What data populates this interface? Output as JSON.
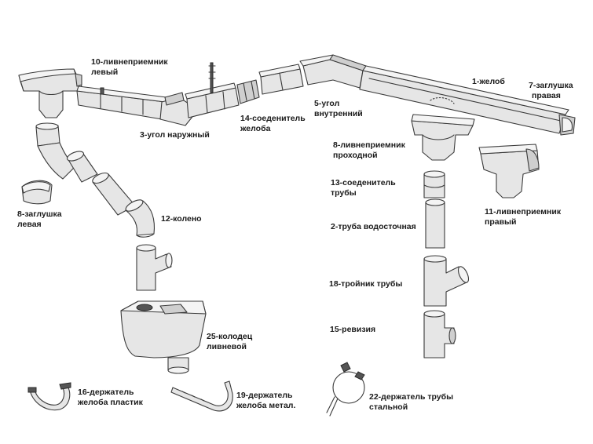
{
  "parts": [
    {
      "id": "gutter",
      "lines": [
        "1-желоб"
      ]
    },
    {
      "id": "end-cap-right",
      "lines": [
        "7-заглушка",
        "правая"
      ]
    },
    {
      "id": "outlet-left",
      "lines": [
        "10-ливнеприемник",
        "левый"
      ]
    },
    {
      "id": "outer-corner",
      "lines": [
        "3-угол наружный"
      ]
    },
    {
      "id": "gutter-connector",
      "lines": [
        "14-соеденитель",
        "желоба"
      ]
    },
    {
      "id": "inner-corner",
      "lines": [
        "5-угол",
        "внутренний"
      ]
    },
    {
      "id": "outlet-through",
      "lines": [
        "8-ливнеприемник",
        "проходной"
      ]
    },
    {
      "id": "pipe-connector",
      "lines": [
        "13-соеденитель",
        "трубы"
      ]
    },
    {
      "id": "outlet-right",
      "lines": [
        "11-ливнеприемник",
        "правый"
      ]
    },
    {
      "id": "end-cap-left",
      "lines": [
        "8-заглушка",
        "левая"
      ]
    },
    {
      "id": "elbow",
      "lines": [
        "12-колено"
      ]
    },
    {
      "id": "downpipe",
      "lines": [
        "2-труба водосточная"
      ]
    },
    {
      "id": "pipe-tee",
      "lines": [
        "18-тройник трубы"
      ]
    },
    {
      "id": "storm-well",
      "lines": [
        "25-колодец",
        "ливневой"
      ]
    },
    {
      "id": "inspection",
      "lines": [
        "15-ревизия"
      ]
    },
    {
      "id": "bracket-plastic",
      "lines": [
        "16-держатель",
        "желоба пластик"
      ]
    },
    {
      "id": "bracket-metal",
      "lines": [
        "19-держатель",
        "желоба метал."
      ]
    },
    {
      "id": "pipe-clamp-steel",
      "lines": [
        "22-держатель трубы",
        "стальной"
      ]
    }
  ]
}
